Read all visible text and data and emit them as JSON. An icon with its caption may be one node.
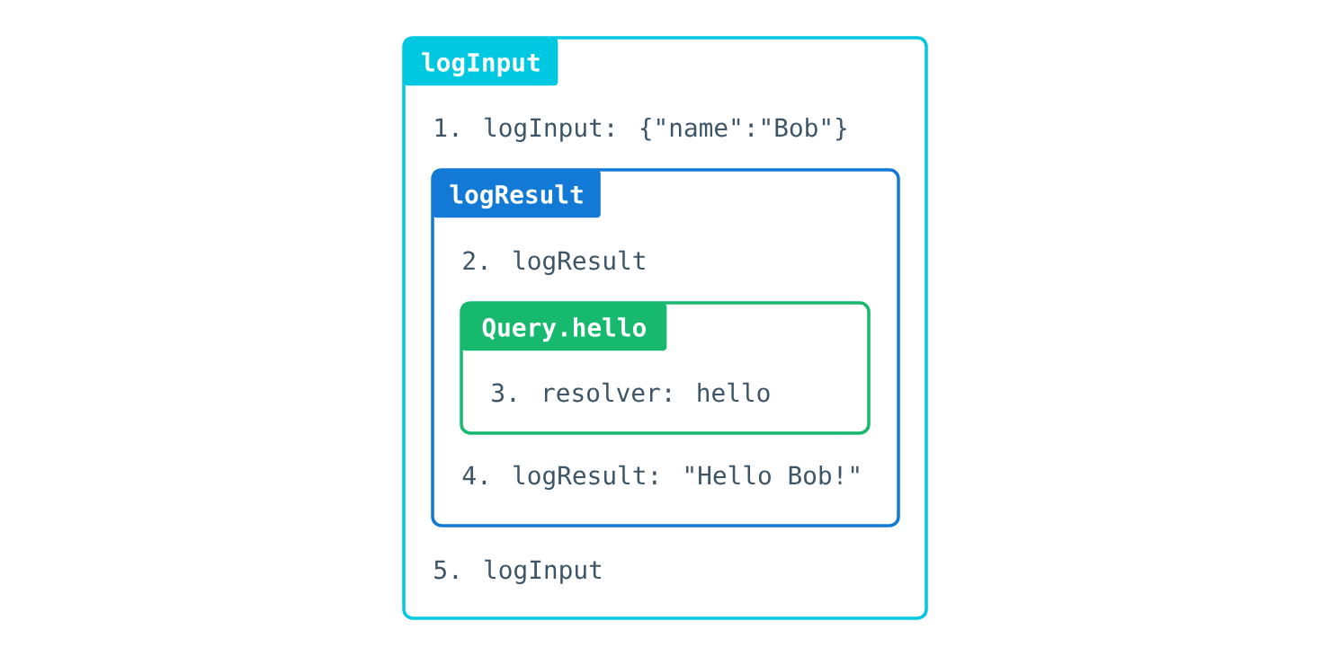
{
  "diagram": {
    "nodes": [
      {
        "text": [
          "logInput",
          "1. logInput: {\"name\":\"Bob\"}",
          "5. logInput"
        ]
      },
      {
        "text": [
          "logResult",
          "2. logResult",
          "4. logResult: \"Hello Bob!\""
        ],
        "in": 0
      },
      {
        "text": [
          "Query.hello",
          "3. resolver: hello"
        ],
        "in": 1
      }
    ]
  }
}
